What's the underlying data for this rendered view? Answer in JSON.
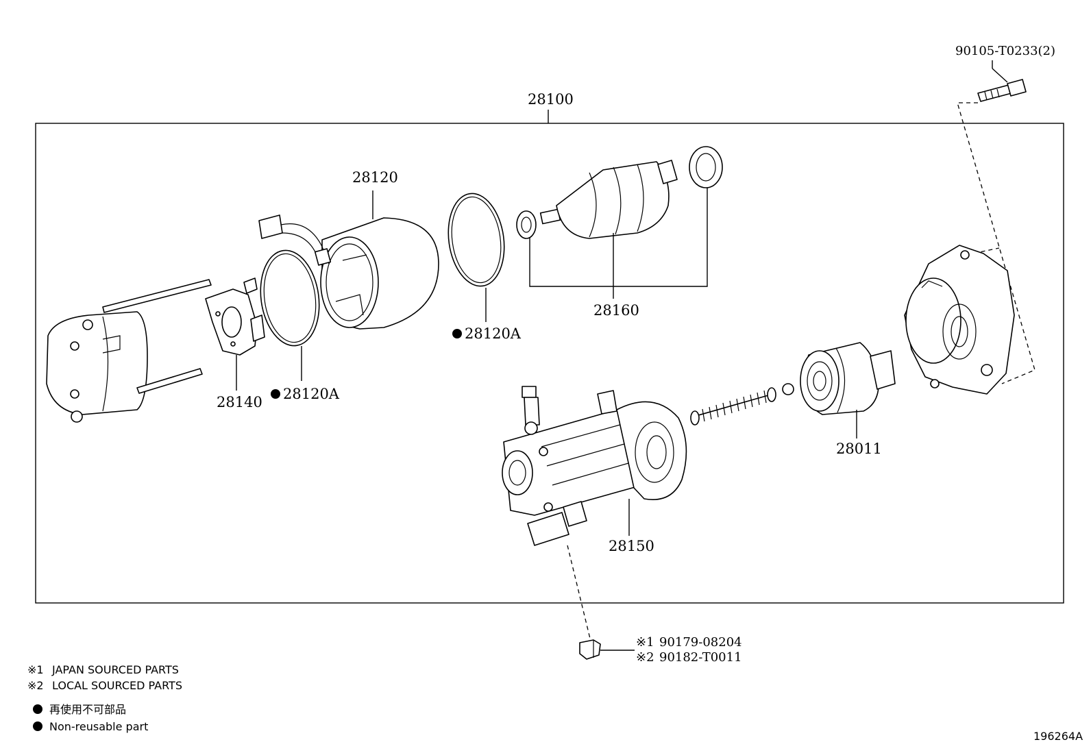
{
  "assembly": {
    "number": "28100"
  },
  "parts": {
    "p28120": "28120",
    "p28120a_upper": "28120A",
    "p28120a_lower": "28120A",
    "p28160": "28160",
    "p28140": "28140",
    "p28011": "28011",
    "p28150": "28150",
    "bolt": "90105-T0233(2)",
    "nut_japan": "90179-08204",
    "nut_local": "90182-T0011"
  },
  "markers": {
    "japan": "※1",
    "local": "※2"
  },
  "legend": {
    "japan_sourced": "JAPAN SOURCED PARTS",
    "local_sourced": "LOCAL SOURCED PARTS",
    "non_reusable_jp": "再使用不可部品",
    "non_reusable_en": "Non-reusable part"
  },
  "figure_id": "196264A"
}
